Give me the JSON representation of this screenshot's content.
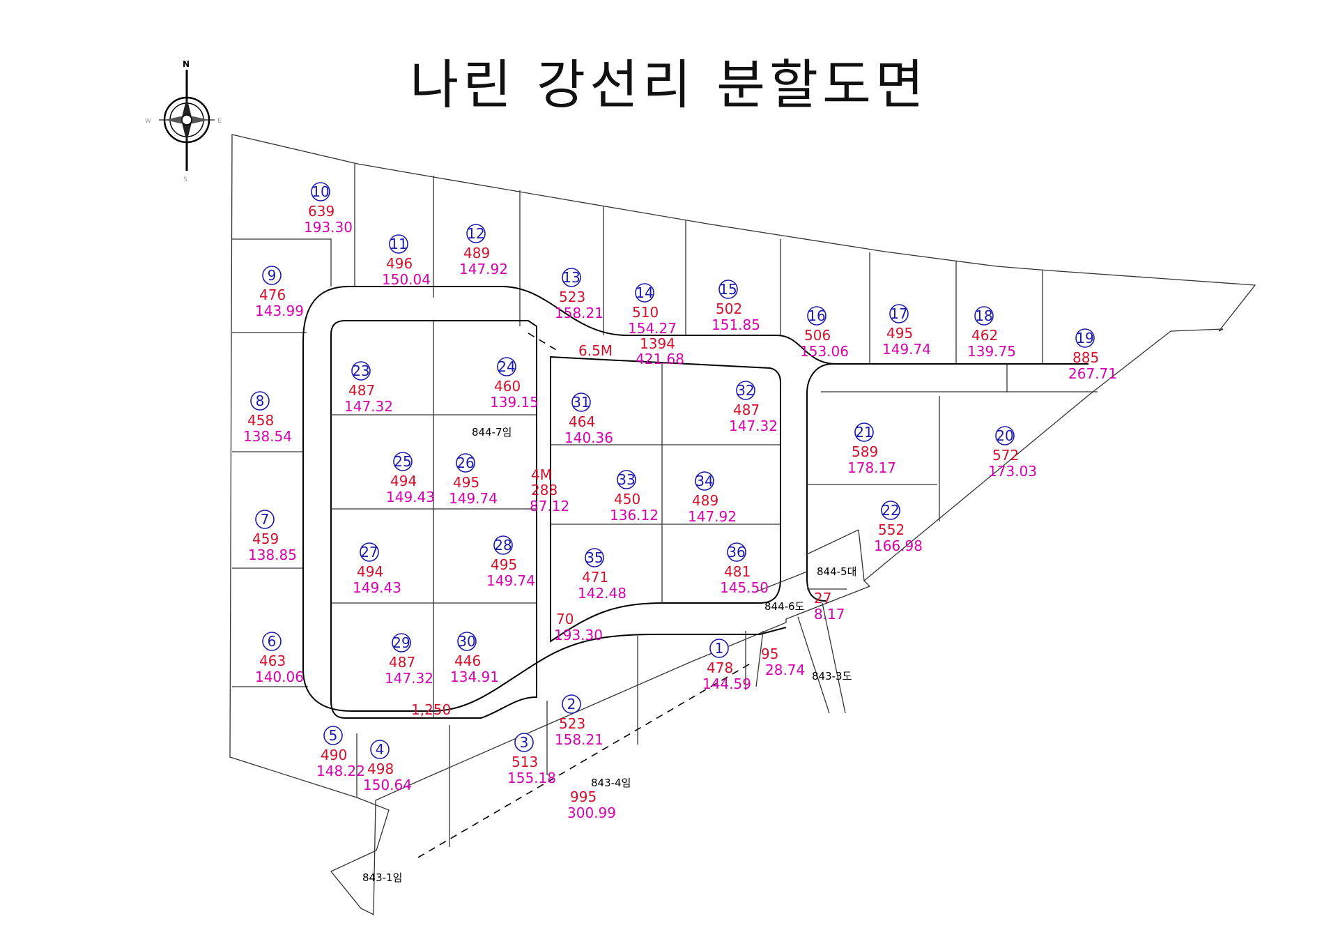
{
  "title": "나린 강선리 분할도면",
  "colors": {
    "lot_number": "#1b1bb0",
    "area_pyeong": "#d5102a",
    "area_m2": "#d800b0",
    "lines": "#000000"
  },
  "compass": {
    "north": "N",
    "south": "S",
    "east": "E",
    "west": "W",
    "icon": "compass-rose-icon"
  },
  "lots": [
    {
      "no": "1",
      "pyeong": "478",
      "m2": "144.59"
    },
    {
      "no": "2",
      "pyeong": "523",
      "m2": "158.21"
    },
    {
      "no": "3",
      "pyeong": "513",
      "m2": "155.18"
    },
    {
      "no": "4",
      "pyeong": "498",
      "m2": "150.64"
    },
    {
      "no": "5",
      "pyeong": "490",
      "m2": "148.22"
    },
    {
      "no": "6",
      "pyeong": "463",
      "m2": "140.06"
    },
    {
      "no": "7",
      "pyeong": "459",
      "m2": "138.85"
    },
    {
      "no": "8",
      "pyeong": "458",
      "m2": "138.54"
    },
    {
      "no": "9",
      "pyeong": "476",
      "m2": "143.99"
    },
    {
      "no": "10",
      "pyeong": "639",
      "m2": "193.30"
    },
    {
      "no": "11",
      "pyeong": "496",
      "m2": "150.04"
    },
    {
      "no": "12",
      "pyeong": "489",
      "m2": "147.92"
    },
    {
      "no": "13",
      "pyeong": "523",
      "m2": "158.21"
    },
    {
      "no": "14",
      "pyeong": "510",
      "m2": "154.27"
    },
    {
      "no": "15",
      "pyeong": "502",
      "m2": "151.85"
    },
    {
      "no": "16",
      "pyeong": "506",
      "m2": "153.06"
    },
    {
      "no": "17",
      "pyeong": "495",
      "m2": "149.74"
    },
    {
      "no": "18",
      "pyeong": "462",
      "m2": "139.75"
    },
    {
      "no": "19",
      "pyeong": "885",
      "m2": "267.71"
    },
    {
      "no": "20",
      "pyeong": "572",
      "m2": "173.03"
    },
    {
      "no": "21",
      "pyeong": "589",
      "m2": "178.17"
    },
    {
      "no": "22",
      "pyeong": "552",
      "m2": "166.98"
    },
    {
      "no": "23",
      "pyeong": "487",
      "m2": "147.32"
    },
    {
      "no": "24",
      "pyeong": "460",
      "m2": "139.15"
    },
    {
      "no": "25",
      "pyeong": "494",
      "m2": "149.43"
    },
    {
      "no": "26",
      "pyeong": "495",
      "m2": "149.74"
    },
    {
      "no": "27",
      "pyeong": "494",
      "m2": "149.43"
    },
    {
      "no": "28",
      "pyeong": "495",
      "m2": "149.74"
    },
    {
      "no": "29",
      "pyeong": "487",
      "m2": "147.32"
    },
    {
      "no": "30",
      "pyeong": "446",
      "m2": "134.91"
    },
    {
      "no": "31",
      "pyeong": "464",
      "m2": "140.36"
    },
    {
      "no": "32",
      "pyeong": "487",
      "m2": "147.32"
    },
    {
      "no": "33",
      "pyeong": "450",
      "m2": "136.12"
    },
    {
      "no": "34",
      "pyeong": "489",
      "m2": "147.92"
    },
    {
      "no": "35",
      "pyeong": "471",
      "m2": "142.48"
    },
    {
      "no": "36",
      "pyeong": "481",
      "m2": "145.50"
    }
  ],
  "roads": {
    "main_width": "6.5M",
    "main_pyeong": "1394",
    "main_m2": "421.68",
    "inner_width": "4M",
    "inner_pyeong": "288",
    "inner_m2": "87.12",
    "loop_area": "1,250",
    "spur_pyeong": "70",
    "spur_m2": "193.30"
  },
  "extra_parcels": [
    {
      "pyeong": "95",
      "m2": "28.74"
    },
    {
      "pyeong": "27",
      "m2": "8.17"
    },
    {
      "pyeong": "995",
      "m2": "300.99"
    }
  ],
  "ref_labels": [
    "844-7임",
    "844-5대",
    "844-6도",
    "843-3도",
    "843-4임",
    "843-1임"
  ]
}
